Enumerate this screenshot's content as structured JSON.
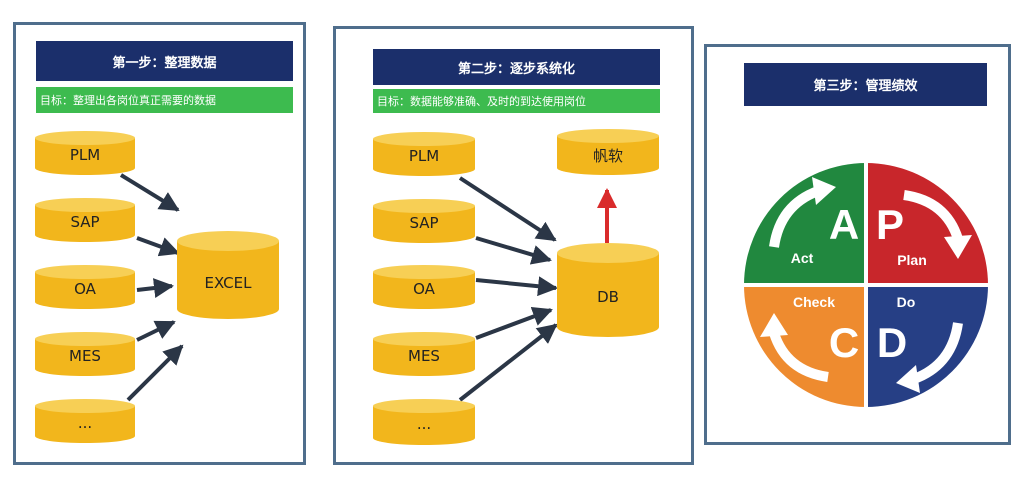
{
  "colors": {
    "panel_border": "#4f6e8c",
    "title_bg": "#1b2f6b",
    "goal_bg": "#3dbb4f",
    "cylinder": "#f2b61c",
    "arrow_dark": "#2b3646",
    "arrow_red": "#d92b2b",
    "act": "#21883f",
    "plan": "#c8262b",
    "check": "#ee8b2f",
    "do": "#263f85"
  },
  "step1": {
    "title": "第一步：整理数据",
    "goal": "目标：整理出各岗位真正需要的数据",
    "sources": [
      "PLM",
      "SAP",
      "OA",
      "MES",
      "..."
    ],
    "target": "EXCEL"
  },
  "step2": {
    "title": "第二步：逐步系统化",
    "goal": "目标：数据能够准确、及时的到达使用岗位",
    "sources": [
      "PLM",
      "SAP",
      "OA",
      "MES",
      "..."
    ],
    "target": "DB",
    "output": "帆软"
  },
  "step3": {
    "title": "第三步：管理绩效",
    "quadrants": {
      "act": {
        "letter": "A",
        "word": "Act"
      },
      "plan": {
        "letter": "P",
        "word": "Plan"
      },
      "check": {
        "letter": "C",
        "word": "Check"
      },
      "do": {
        "letter": "D",
        "word": "Do"
      }
    }
  }
}
